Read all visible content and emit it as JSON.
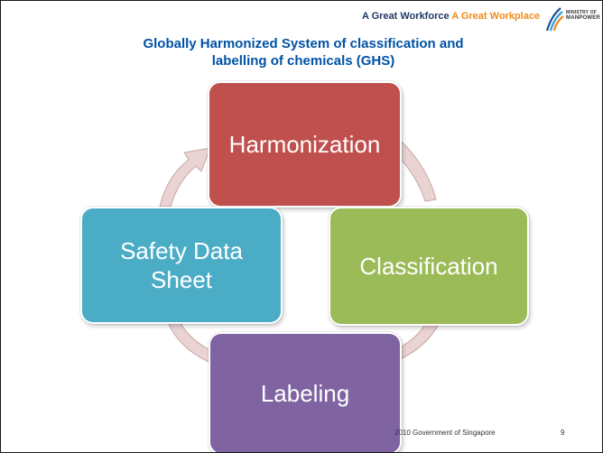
{
  "header": {
    "tagline_part1": "A Great Workforce",
    "tagline_part2": "A Great Workplace",
    "logo_line1": "MINISTRY OF",
    "logo_line2": "MANPOWER"
  },
  "title": {
    "line1": "Globally Harmonized System of classification and",
    "line2": "labelling of chemicals (GHS)"
  },
  "cycle": {
    "nodes": [
      {
        "label": "Harmonization",
        "color": "#c0504d"
      },
      {
        "label": "Classification",
        "color": "#9bbb59"
      },
      {
        "label": "Labeling",
        "color": "#8064a2"
      },
      {
        "label": "Safety Data Sheet",
        "color": "#4bacc6"
      }
    ],
    "arrow_color": "#ead3d3"
  },
  "footer": {
    "copyright": "2010 Government of Singapore",
    "page_number": "9"
  }
}
